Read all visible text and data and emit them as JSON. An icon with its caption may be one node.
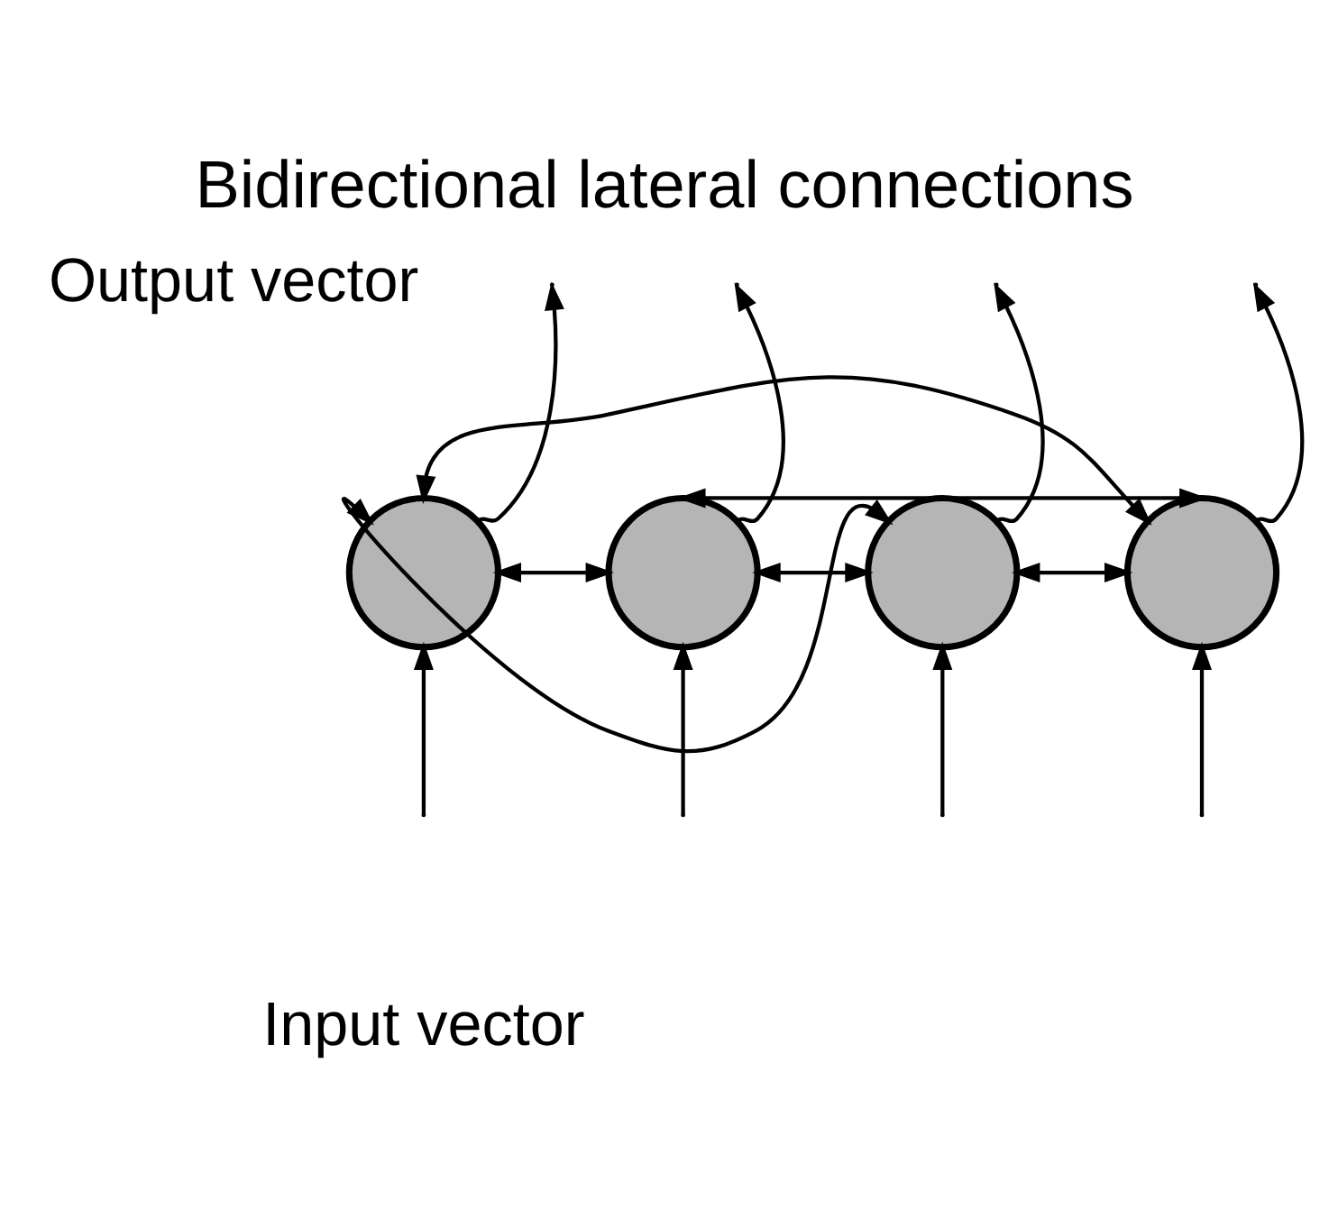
{
  "diagram": {
    "title": "Bidirectional lateral connections",
    "nodes": [
      {
        "text": [],
        "shape": "circle"
      },
      {
        "text": [],
        "shape": "circle"
      },
      {
        "text": [],
        "shape": "circle"
      },
      {
        "text": [],
        "shape": "circle"
      }
    ],
    "edges": [
      {
        "from": 0,
        "to": 3,
        "arrow": "both"
      },
      {
        "from": 0,
        "to": 2,
        "arrow": "both"
      },
      {
        "from": 0,
        "to": 1,
        "arrow": "both"
      },
      {
        "from": 1,
        "to": 3,
        "arrow": "both"
      },
      {
        "from": 1,
        "to": 2,
        "arrow": "both"
      },
      {
        "from": 2,
        "to": 3,
        "arrow": "both"
      },
      {
        "from": 3,
        "to": null,
        "arrow": "to"
      },
      {
        "from": 2,
        "to": null,
        "arrow": "to"
      },
      {
        "from": 1,
        "to": null,
        "arrow": "to"
      },
      {
        "from": 0,
        "to": null,
        "arrow": "to"
      },
      {
        "from": null,
        "to": 0,
        "arrow": "to"
      },
      {
        "from": null,
        "to": 1,
        "arrow": "to"
      },
      {
        "from": null,
        "to": 2,
        "arrow": "to"
      },
      {
        "from": null,
        "to": 3,
        "arrow": "to"
      }
    ],
    "labels": [
      "Output vector",
      "Input vector"
    ]
  }
}
